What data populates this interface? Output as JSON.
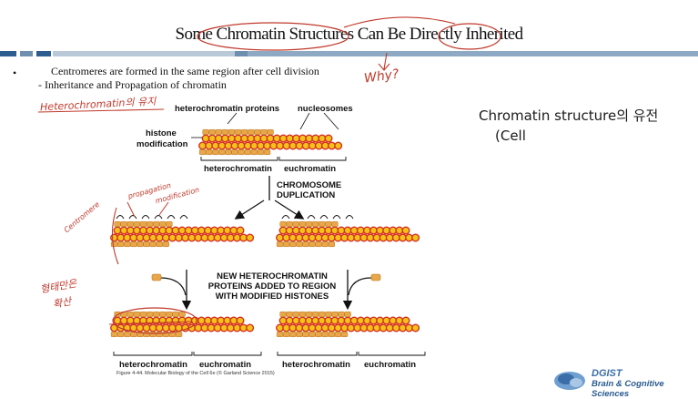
{
  "slide": {
    "title": "Some Chromatin Structures Can Be Directly Inherited",
    "bullet_symbol": "•",
    "bullet_text": "Centromeres are formed in the same region after cell division",
    "sub_text": "- Inheritance and Propagation of chromatin",
    "band_colors": [
      "#2d5e8f",
      "#6f8fb0",
      "#ffffff",
      "#b9c9d8",
      "#8ea9c4"
    ]
  },
  "figure": {
    "label_heterochromatin_proteins": "heterochromatin proteins",
    "label_nucleosomes": "nucleosomes",
    "label_histone": "histone",
    "label_modification": "modification",
    "label_heterochromatin_top": "heterochromatin",
    "label_euchromatin_top": "euchromatin",
    "label_chromosome": "CHROMOSOME",
    "label_duplication": "DUPLICATION",
    "label_new1": "NEW HETEROCHROMATIN",
    "label_new2": "PROTEINS ADDED TO REGION",
    "label_new3": "WITH MODIFIED HISTONES",
    "label_hetero_bl": "heterochromatin",
    "label_eu_bl": "euchromatin",
    "label_hetero_br": "heterochromatin",
    "label_eu_br": "euchromatin",
    "caption": "Figure 4-44. Molecular Biology of the Cell 6e (© Garland Science 2015)",
    "colors": {
      "nucleosome_fill": "#f2c21b",
      "nucleosome_stroke": "#d62d20",
      "protein_fill": "#e9a74a",
      "annotation_ink": "#c0392b"
    }
  },
  "annotations": {
    "why": "Why?",
    "heterochromatin_note": "Heterochromatin의 유지",
    "chromatin_structure": "Chromatin structure의 유전",
    "cell": "(Cell",
    "propagation": "propagation",
    "modification": "modification",
    "centromere": "Centromere",
    "note_lower1": "형태만은",
    "note_lower2": "확산"
  },
  "logo": {
    "name": "DGIST",
    "tagline": "Brain & Cognitive Sciences"
  }
}
